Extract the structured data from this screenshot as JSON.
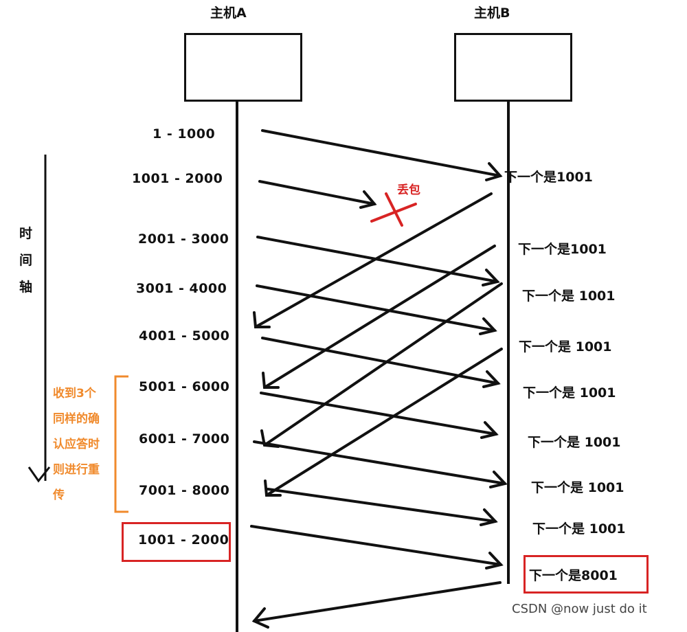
{
  "hosts": {
    "a": "主机A",
    "b": "主机B"
  },
  "time_axis": [
    "时",
    "间",
    "轴"
  ],
  "sends": [
    {
      "label": "1 - 1000"
    },
    {
      "label": "1001 - 2000",
      "lost": true
    },
    {
      "label": "2001 - 3000"
    },
    {
      "label": "3001 - 4000"
    },
    {
      "label": "4001 - 5000"
    },
    {
      "label": "5001 - 6000"
    },
    {
      "label": "6001 - 7000"
    },
    {
      "label": "7001 - 8000"
    },
    {
      "label": "1001 - 2000",
      "highlighted": true
    }
  ],
  "acks": [
    {
      "label": "下一个是1001"
    },
    {
      "label": "下一个是1001"
    },
    {
      "label": "下一个是 1001"
    },
    {
      "label": "下一个是 1001"
    },
    {
      "label": "下一个是 1001"
    },
    {
      "label": "下一个是 1001"
    },
    {
      "label": "下一个是 1001"
    },
    {
      "label": "下一个是 1001"
    },
    {
      "label": "下一个是8001",
      "highlighted": true
    }
  ],
  "lost_label": "丢包",
  "note": [
    "收到3个",
    "同样的确",
    "认应答时",
    "则进行重",
    "传"
  ],
  "watermark": "CSDN @now just do it",
  "colors": {
    "accent_red": "#d82424",
    "note_orange": "#f08a2c",
    "line": "#111111"
  }
}
